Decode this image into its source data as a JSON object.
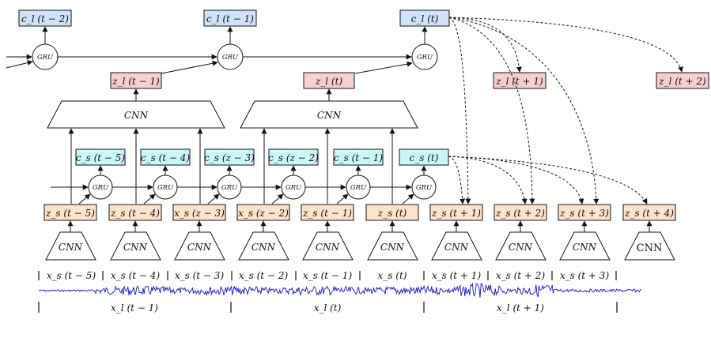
{
  "colors": {
    "cl_box": "#cfe2f7",
    "zl_box": "#f8cfcf",
    "cs_box": "#c9f7f5",
    "zs_box": "#fde3cc",
    "signal": "#1515d0"
  },
  "labels": {
    "cl": [
      "c_l (t − 2)",
      "c_l (t − 1)",
      "c_l (t)"
    ],
    "zl": [
      "z_l (t − 1)",
      "z_l (t)",
      "z_l (t + 1)",
      "z_l (t + 2)"
    ],
    "cs": [
      "c_s (t − 5)",
      "c_s (t − 4)",
      "c_s (z − 3)",
      "c_s (z − 2)",
      "c_s (t − 1)",
      "c_s (t)"
    ],
    "zs": [
      "z_s (t − 5)",
      "z_s (t − 4)",
      "x_s (z − 3)",
      "x_s (z − 2)",
      "z_s (t − 1)",
      "z_s (t)",
      "z_s (t + 1)",
      "z_s (t + 2)",
      "z_s (t + 3)",
      "z_s (t + 4)"
    ],
    "xs": [
      "x_s (t − 5)",
      "x_s (t − 4)",
      "x_s (t − 3)",
      "x_s (t − 2)",
      "x_s (t − 1)",
      "x_s (t)",
      "x_s (t + 1)",
      "x_s (t + 2)",
      "x_s (t + 3)"
    ],
    "xl": [
      "x_l (t − 1)",
      "x_l (t)",
      "x_l (t + 1)"
    ],
    "gru": "GRU",
    "cnn": "CNN",
    "cnn_plain": "CNN"
  }
}
